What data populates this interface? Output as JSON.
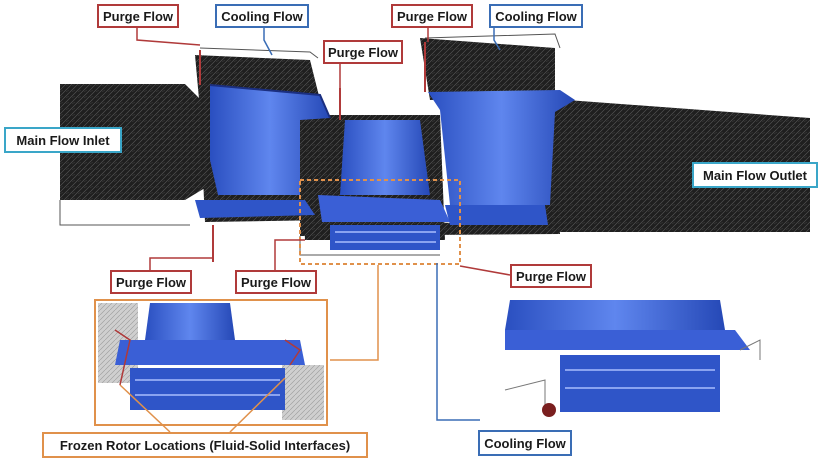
{
  "labels": {
    "purge_flow": "Purge Flow",
    "cooling_flow": "Cooling Flow",
    "main_flow_inlet": "Main Flow Inlet",
    "main_flow_outlet": "Main Flow Outlet",
    "frozen_rotor": "Frozen Rotor Locations (Fluid-Solid Interfaces)"
  },
  "colors": {
    "purge_border": "#b03a3a",
    "cooling_border": "#3a6db5",
    "main_border": "#3aa6c8",
    "frozen_border": "#e0914b",
    "blade_blue": "#2f55c8",
    "mesh_dark": "#232323"
  }
}
